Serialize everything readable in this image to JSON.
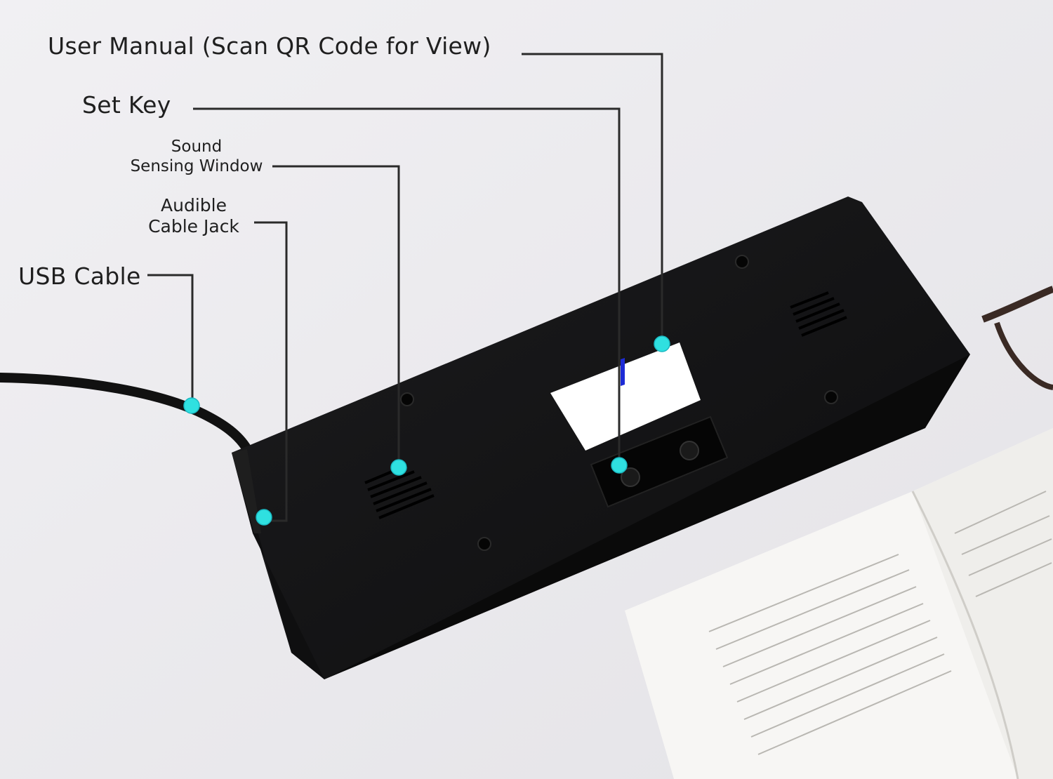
{
  "callouts": {
    "user_manual": "User Manual (Scan QR Code for View)",
    "set_key": "Set Key",
    "sound_window": [
      "Sound",
      "Sensing Window"
    ],
    "audible_jack": [
      "Audible",
      "Cable Jack"
    ],
    "usb_cable": "USB Cable"
  },
  "colors": {
    "background": "#ecebee",
    "device": "#141414",
    "leader_line": "#2a2a2a",
    "callout_dot": "#2fe0e0",
    "label_sticker": "#ffffff"
  }
}
